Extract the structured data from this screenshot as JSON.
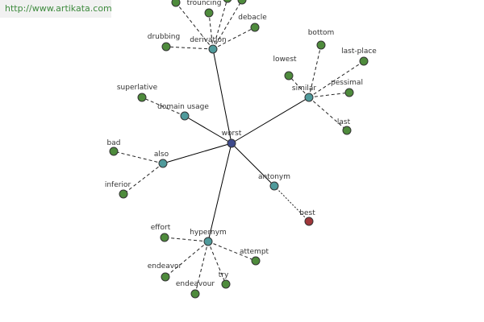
{
  "watermark": "http://www.artikata.com",
  "colors": {
    "center": "#3e4a8c",
    "relation": "#4f9a9b",
    "leaf": "#4e8b3c",
    "antonym_leaf": "#a0373a"
  },
  "graph": {
    "center": "worst",
    "relations": [
      {
        "id": "derivation",
        "label": "derivation",
        "edge": "solid",
        "leaves": [
          "trouncing",
          "debacle",
          "drubbing"
        ]
      },
      {
        "id": "similar",
        "label": "similar",
        "leaves": [
          "lowest",
          "bottom",
          "last-place",
          "pessimal",
          "last"
        ]
      },
      {
        "id": "domain-usage",
        "label": "domain usage",
        "leaves": [
          "superlative"
        ]
      },
      {
        "id": "also",
        "label": "also",
        "leaves": [
          "bad",
          "inferior"
        ]
      },
      {
        "id": "antonym",
        "label": "antonym",
        "leaves": [
          "best"
        ]
      },
      {
        "id": "hypernym",
        "label": "hypernym",
        "leaves": [
          "effort",
          "attempt",
          "endeavor",
          "try",
          "endeavour"
        ]
      }
    ]
  }
}
